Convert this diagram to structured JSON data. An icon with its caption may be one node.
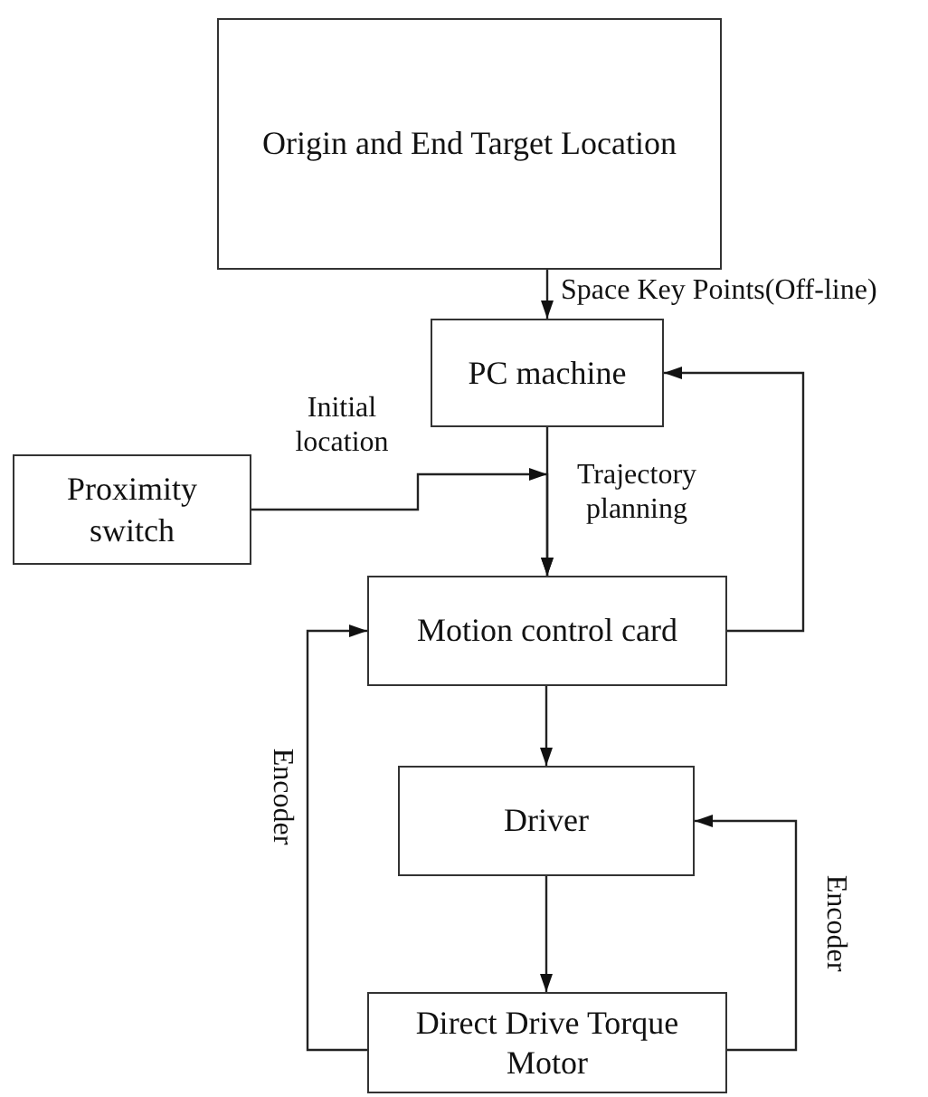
{
  "diagram": {
    "nodes": [
      {
        "text": [
          "Origin and End Target Location"
        ]
      },
      {
        "text": [
          "PC machine"
        ]
      },
      {
        "text": [
          "Proximity switch"
        ]
      },
      {
        "text": [
          "Motion control card"
        ]
      },
      {
        "text": [
          "Driver"
        ]
      },
      {
        "text": [
          "Direct Drive Torque Motor"
        ]
      }
    ],
    "edges": [
      {
        "from": 0,
        "to": 1,
        "arrow": "to",
        "label": "Space Key Points(Off-line)"
      },
      {
        "from": 1,
        "to": 3,
        "arrow": "to",
        "label": "Trajectory planning"
      },
      {
        "from": 2,
        "to": 3,
        "arrow": "to",
        "label": "Initial location"
      },
      {
        "from": 3,
        "to": 1,
        "arrow": "to"
      },
      {
        "from": 3,
        "to": 4,
        "arrow": "to"
      },
      {
        "from": 4,
        "to": 5,
        "arrow": "to"
      },
      {
        "from": 5,
        "to": 3,
        "arrow": "to",
        "label": "Encoder"
      },
      {
        "from": 5,
        "to": 4,
        "arrow": "to",
        "label": "Encoder"
      }
    ]
  }
}
